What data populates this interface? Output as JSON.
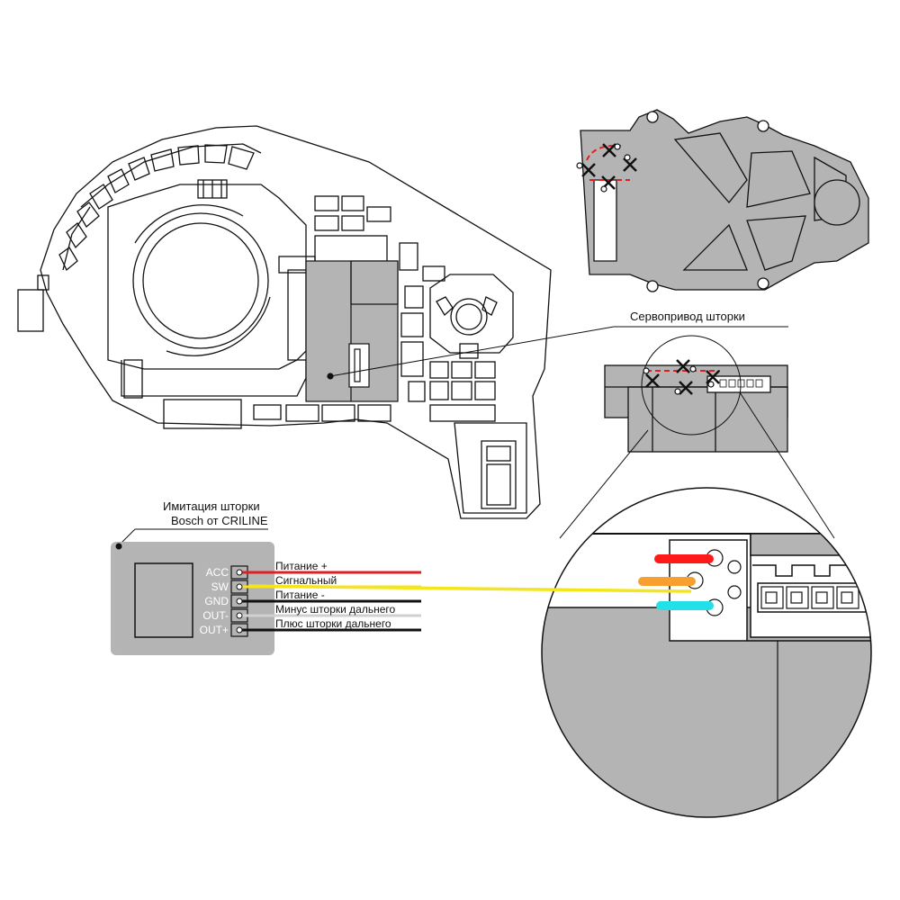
{
  "diagram": {
    "servo_label": "Сервопривод шторки",
    "module": {
      "title_line1": "Имитация шторки",
      "title_line2": "Bosch от  CRILINE",
      "pins": [
        {
          "name": "ACC",
          "wire_label": "Питание +",
          "color": "#e02020"
        },
        {
          "name": "SW",
          "wire_label": "Сигнальный",
          "color": "#f5e51c"
        },
        {
          "name": "GND",
          "wire_label": "Питание -",
          "color": "#111111"
        },
        {
          "name": "OUT-",
          "wire_label": "Минус шторки дальнего",
          "color": "#d0d0d0"
        },
        {
          "name": "OUT+",
          "wire_label": "Плюс шторки дальнего",
          "color": "#111111"
        }
      ]
    },
    "zoom_wires": [
      {
        "name": "red",
        "color": "#ff1a1a"
      },
      {
        "name": "orange",
        "color": "#f7a030"
      },
      {
        "name": "cyan",
        "color": "#22e0e8"
      }
    ],
    "colors": {
      "gray_fill": "#b4b4b4",
      "outline": "#111111",
      "cut_marks": "#e02020"
    }
  }
}
